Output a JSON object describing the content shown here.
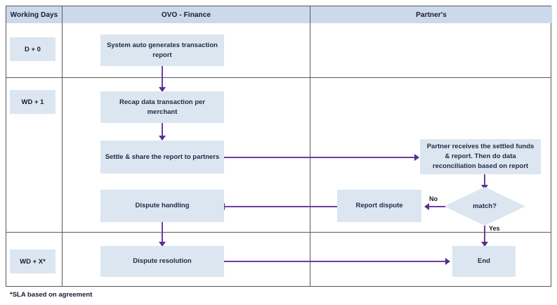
{
  "diagram": {
    "title_columns": [
      {
        "id": "working-days",
        "label": "Working Days"
      },
      {
        "id": "ovo-finance",
        "label": "OVO - Finance"
      },
      {
        "id": "partners",
        "label": "Partner's"
      }
    ],
    "rows": [
      {
        "id": "row-d0",
        "day_label": "D + 0"
      },
      {
        "id": "row-wd1",
        "day_label": "WD + 1"
      },
      {
        "id": "row-wdx",
        "day_label": "WD + X*"
      }
    ],
    "nodes": [
      {
        "id": "system-auto-generates",
        "label": "System auto generates transaction report",
        "lane": "ovo-finance",
        "row": "row-d0",
        "shape": "process"
      },
      {
        "id": "recap-data",
        "label": "Recap data transaction per merchant",
        "lane": "ovo-finance",
        "row": "row-wd1",
        "shape": "process"
      },
      {
        "id": "settle-share",
        "label": "Settle & share the report to partners",
        "lane": "ovo-finance",
        "row": "row-wd1",
        "shape": "process"
      },
      {
        "id": "partner-receives",
        "label": "Partner receives the settled funds & report. Then do data reconciliation based on report",
        "lane": "partners",
        "row": "row-wd1",
        "shape": "process"
      },
      {
        "id": "match-decision",
        "label": "match?",
        "lane": "partners",
        "row": "row-wd1",
        "shape": "decision"
      },
      {
        "id": "report-dispute",
        "label": "Report dispute",
        "lane": "partners",
        "row": "row-wd1",
        "shape": "process"
      },
      {
        "id": "dispute-handling",
        "label": "Dispute handling",
        "lane": "ovo-finance",
        "row": "row-wd1",
        "shape": "process"
      },
      {
        "id": "dispute-resolution",
        "label": "Dispute resolution",
        "lane": "ovo-finance",
        "row": "row-wdx",
        "shape": "process"
      },
      {
        "id": "end",
        "label": "End",
        "lane": "partners",
        "row": "row-wdx",
        "shape": "process"
      }
    ],
    "edge_labels": [
      {
        "id": "edge-no",
        "label": "No"
      },
      {
        "id": "edge-yes",
        "label": "Yes"
      }
    ],
    "footnote": "*SLA based on agreement",
    "colors": {
      "header_fill": "#ccd9ec",
      "node_fill": "#dce6f1",
      "border": "#595959",
      "connector": "#6b3fa0",
      "text": "#1f2a44"
    }
  }
}
